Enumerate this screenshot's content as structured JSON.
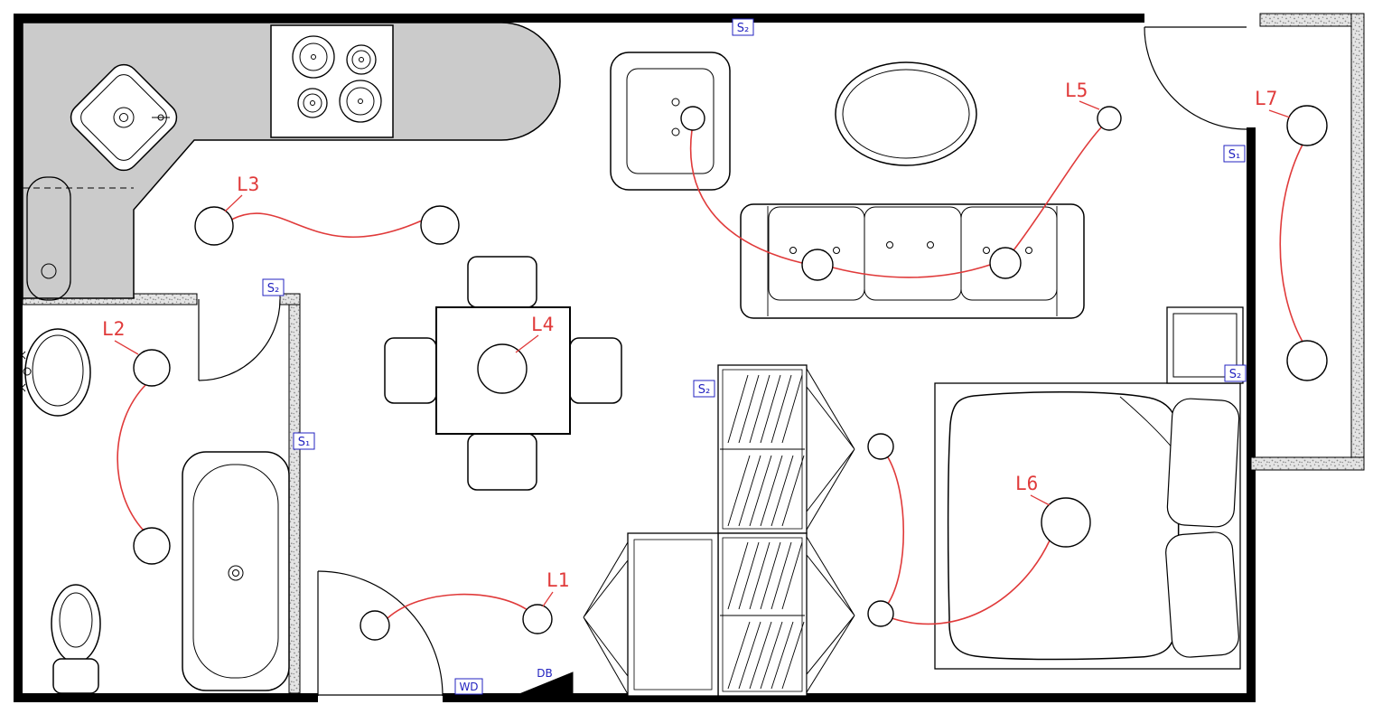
{
  "colors": {
    "wire": "#e03a3a",
    "switch": "#2323c0",
    "wall": "#000000",
    "counter": "#cbcbcb",
    "hatch_base": "#e4e4e4",
    "hatch_dot": "#8a8a8a"
  },
  "circuits": {
    "l1": {
      "label": "L1",
      "lights": 2
    },
    "l2": {
      "label": "L2",
      "lights": 2
    },
    "l3": {
      "label": "L3",
      "lights": 2
    },
    "l4": {
      "label": "L4",
      "lights": 1
    },
    "l5": {
      "label": "L5",
      "lights": 4
    },
    "l6": {
      "label": "L6",
      "lights": 3
    },
    "l7": {
      "label": "L7",
      "lights": 2
    }
  },
  "switches": {
    "living_top": {
      "label": "S₂"
    },
    "balcony": {
      "label": "S₁"
    },
    "kitchen": {
      "label": "S₂"
    },
    "bathroom": {
      "label": "S₁"
    },
    "hall": {
      "label": "S₂"
    },
    "bedroom": {
      "label": "S₂"
    }
  },
  "devices": {
    "washer_dryer": {
      "label": "WD"
    },
    "distribution_board": {
      "label": "DB"
    }
  }
}
